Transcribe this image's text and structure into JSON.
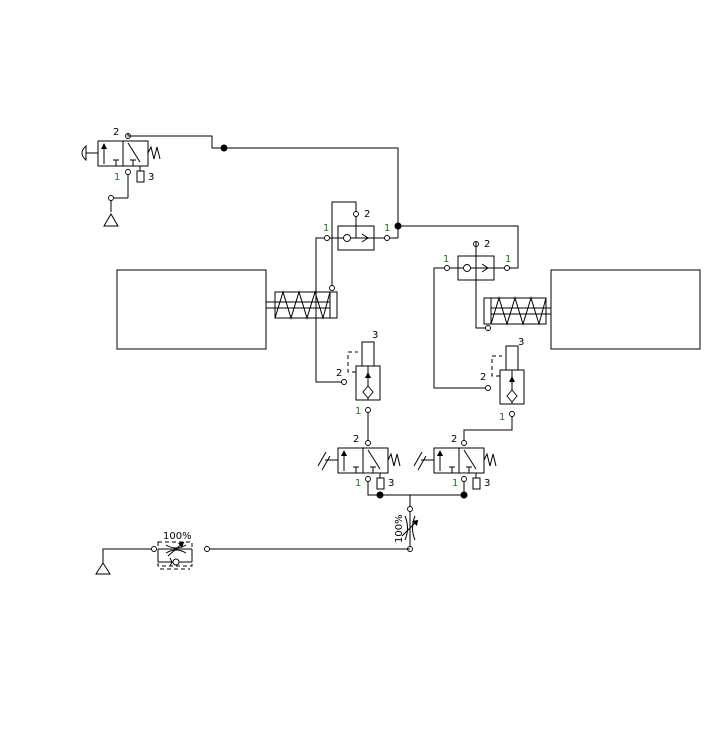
{
  "port_labels": {
    "v1_out": "2",
    "v1_in": "1",
    "v1_ex": "3",
    "or1_in_left": "1",
    "or1_out": "2",
    "or1_in_right": "1",
    "or2_in_left": "1",
    "or2_out": "2",
    "or2_in_right": "1",
    "qe1_out": "2",
    "qe1_in": "1",
    "qe1_ex": "3",
    "qe2_out": "2",
    "qe2_in": "1",
    "qe2_ex": "3",
    "v2_out": "2",
    "v2_in": "1",
    "v2_ex": "3",
    "v3_out": "2",
    "v3_in": "1",
    "v3_ex": "3"
  },
  "flow_controls": {
    "vertical_setting": "100%",
    "horizontal_setting": "100%"
  },
  "colors": {
    "line": "#000000",
    "port_number_green": "#1a7a1a",
    "background": "#ffffff"
  }
}
